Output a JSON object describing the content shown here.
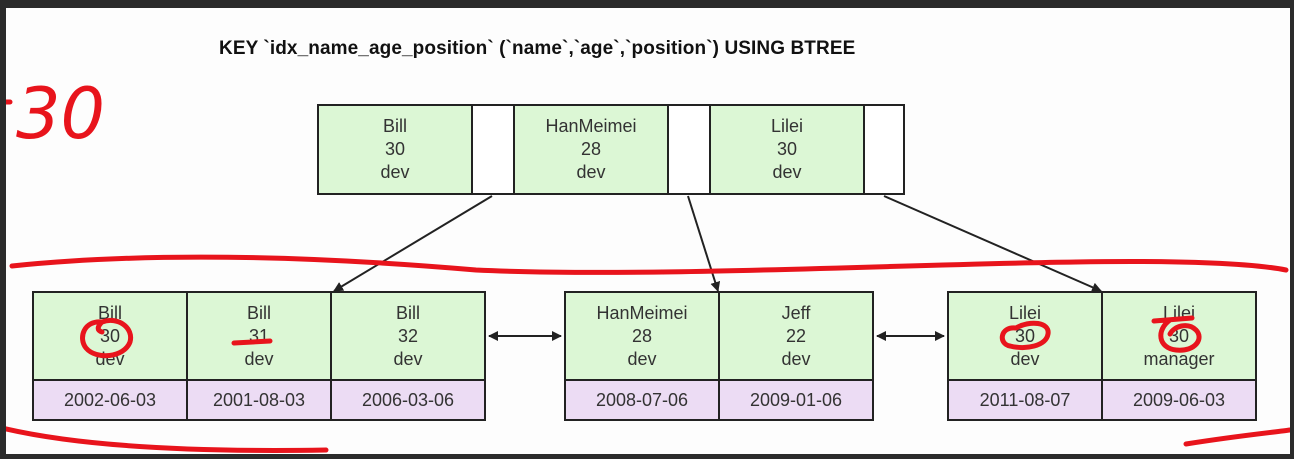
{
  "title": "KEY `idx_name_age_position` (`name`,`age`,`position`) USING BTREE",
  "root_node": {
    "keys": [
      {
        "name": "Bill",
        "age": "30",
        "position": "dev"
      },
      {
        "name": "HanMeimei",
        "age": "28",
        "position": "dev"
      },
      {
        "name": "Lilei",
        "age": "30",
        "position": "dev"
      }
    ]
  },
  "leaf_nodes": [
    {
      "keys": [
        {
          "name": "Bill",
          "age": "30",
          "position": "dev",
          "date": "2002-06-03"
        },
        {
          "name": "Bill",
          "age": "31",
          "position": "dev",
          "date": "2001-08-03"
        },
        {
          "name": "Bill",
          "age": "32",
          "position": "dev",
          "date": "2006-03-06"
        }
      ]
    },
    {
      "keys": [
        {
          "name": "HanMeimei",
          "age": "28",
          "position": "dev",
          "date": "2008-07-06"
        },
        {
          "name": "Jeff",
          "age": "22",
          "position": "dev",
          "date": "2009-01-06"
        }
      ]
    },
    {
      "keys": [
        {
          "name": "Lilei",
          "age": "30",
          "position": "dev",
          "date": "2011-08-07"
        },
        {
          "name": "Lilei",
          "age": "30",
          "position": "manager",
          "date": "2009-06-03"
        }
      ]
    }
  ],
  "annotations": {
    "handwritten_text": "30",
    "ink_color": "#e8141c"
  },
  "colors": {
    "key_fill": "#dcf7d5",
    "date_fill": "#ecdcf4",
    "border": "#222222"
  }
}
